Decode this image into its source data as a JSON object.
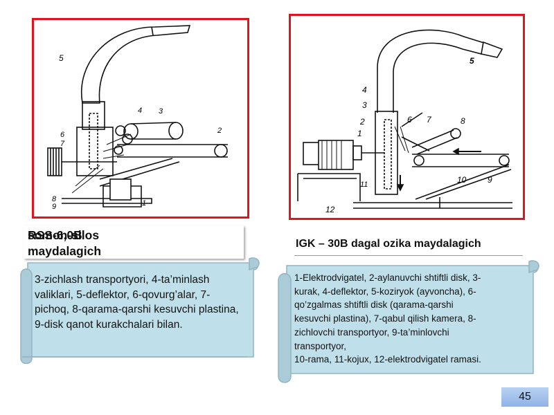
{
  "left_panel": {
    "title_part1": "RSS-6,0B",
    "title_part2": "somon-silos",
    "title_line2": "maydalagich",
    "diagram_labels": [
      "1",
      "2",
      "3",
      "4",
      "5",
      "6",
      "7",
      "8",
      "9"
    ],
    "description": "3-zichlash transportyori, 4-ta’minlash valiklari, 5-deflektor, 6-qovurg’alar, 7-pichoq, 8-qarama-qarshi kesuvchi plastina, 9-disk qanot kurakchalari bilan."
  },
  "right_panel": {
    "title": "IGK – 30B dagal ozika maydalagich",
    "diagram_labels": [
      "1",
      "2",
      "3",
      "4",
      "5",
      "6",
      "7",
      "8",
      "9",
      "10",
      "11",
      "12"
    ],
    "description_lines": [
      "1-Elektrodvigatel, 2-aylanuvchi shtiftli disk, 3-",
      "kurak, 4-deflektor, 5-koziryok (ayvoncha), 6-",
      "qo’zgalmas shtiftli disk (qarama-qarshi",
      "kesuvchi plastina), 7-qabul qilish kamera, 8-",
      "zichlovchi transportyor, 9-ta’minlovchi",
      "transportyor,",
      "10-rama, 11-kojux, 12-elektrodvigatel ramasi."
    ]
  },
  "page_number": "45",
  "colors": {
    "frame_border": "#e0141b",
    "scroll_fill": "#bfe0ea",
    "scroll_edge": "#93b3be",
    "page_badge": "#9dbde9"
  }
}
